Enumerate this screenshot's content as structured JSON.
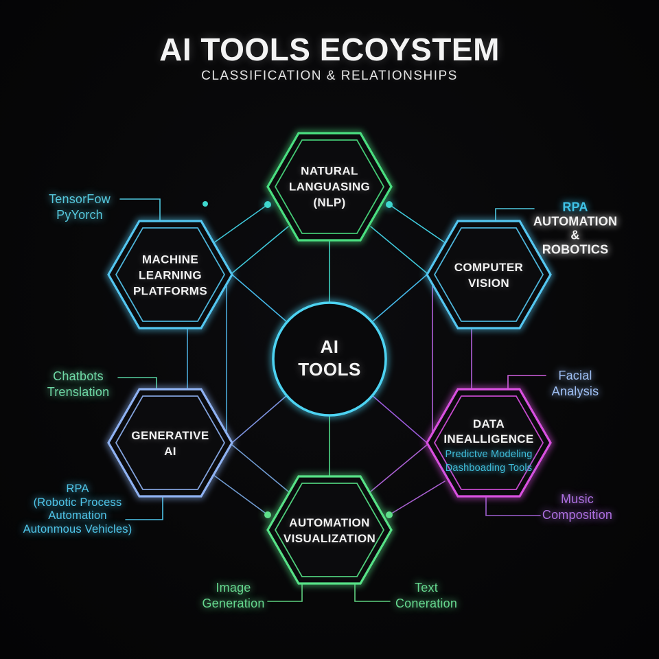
{
  "header": {
    "title": "AI TOOLS ECOYSTEM",
    "subtitle": "CLASSIFICATION & RELATIONSHIPS"
  },
  "center_node": {
    "label": "AI\nTOOLS",
    "color": "#4dd3f2"
  },
  "nodes": {
    "nlp": {
      "label": "NATURAL\nLANGUASING\n(NLP)",
      "color": "#4ade80"
    },
    "ml": {
      "label": "MACHINE\nLEARNING\nPLATFORMS",
      "color": "#54c6f0"
    },
    "cv": {
      "label": "COMPUTER\nVISION",
      "color": "#54c6f0"
    },
    "genai": {
      "label": "GENERATIVE\nAI",
      "color": "#8fb2f2"
    },
    "data": {
      "label": "DATA\nINEALLIGENCE",
      "sublabel": "Predictve Modeling\nDashboading Tools",
      "color": "#d950e0",
      "sub_color": "#3fbcd9"
    },
    "auto": {
      "label": "AUTOMATION\nVISUALIZATION",
      "color": "#57e287"
    }
  },
  "annotations": {
    "frameworks": {
      "text": "TensorFow\nPyYorch",
      "color": "#56c8dd",
      "connector_color": "#4fc8e0"
    },
    "rpa_robotics": {
      "highlight": "RPA",
      "highlight_color": "#3fc3e8",
      "text": "AUTOMATION &\nROBOTICS",
      "color": "#f1f1f1",
      "connector_color": "#4fc8e0"
    },
    "chatbots": {
      "text": "Chatbots\nTrenslation",
      "color": "#6fd9a6",
      "connector_color": "#55cfa0"
    },
    "facial": {
      "text": "Facial\nAnalysis",
      "color": "#9fc0f5",
      "connector_color": "#d060e0"
    },
    "rpa_left": {
      "text": "RPA\n(Robotic Process\nAutomation\nAutonmous Vehicles)",
      "color": "#4fc4e8",
      "connector_color": "#4fc4e8"
    },
    "music": {
      "text": "Music\nComposition",
      "color": "#ad6fe0",
      "connector_color": "#9f5fd0"
    },
    "image_gen": {
      "text": "Image\nGeneration",
      "color": "#66d88f",
      "connector_color": "#5fd080"
    },
    "text_gen": {
      "text": "Text\nConeration",
      "color": "#66d88f",
      "connector_color": "#5fd080"
    }
  },
  "links": {
    "spoke_top": "#3fd0c0",
    "spoke_bottom": "#4fd888",
    "spoke_upper": "#45b8e8",
    "spoke_lower_left": "#7d93e0",
    "spoke_lower_right": "#9a5ad8",
    "ring_top": "#3fc8da",
    "ring_bottom_left": "#6f9ad0",
    "ring_bottom_right": "#a85fd0",
    "side_left": "#4aa8d8",
    "side_right": "#b060d8",
    "dot_top": "#3fd8ce",
    "dot_bottom": "#5fe08a"
  }
}
